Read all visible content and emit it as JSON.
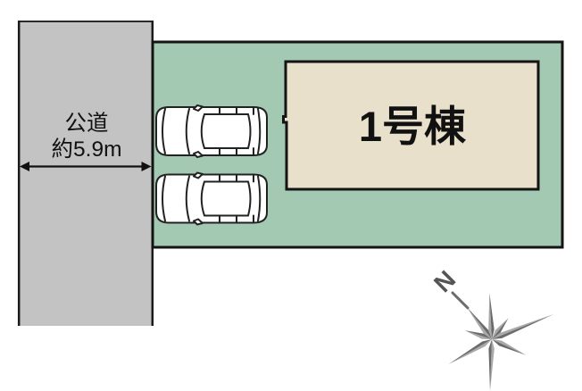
{
  "page": {
    "background": "#ffffff"
  },
  "road": {
    "label_line1": "公道",
    "label_line2": "約5.9m",
    "fill": "#c3c3c3",
    "border_color": "#1a1a1a",
    "text_color": "#111111"
  },
  "dimension_arrow": {
    "color": "#111111"
  },
  "lot": {
    "fill": "#a4c9b2",
    "border_color": "#141414"
  },
  "building": {
    "label": "1号棟",
    "fill": "#e8e0cb",
    "border_color": "#141414",
    "label_color": "#111111"
  },
  "cars": {
    "count": 2,
    "body_fill": "#ffffff",
    "outline": "#222222"
  },
  "compass": {
    "label": "N",
    "label_color": "#555555",
    "dark": "#6b6b6b",
    "light": "#a9a9a9"
  }
}
